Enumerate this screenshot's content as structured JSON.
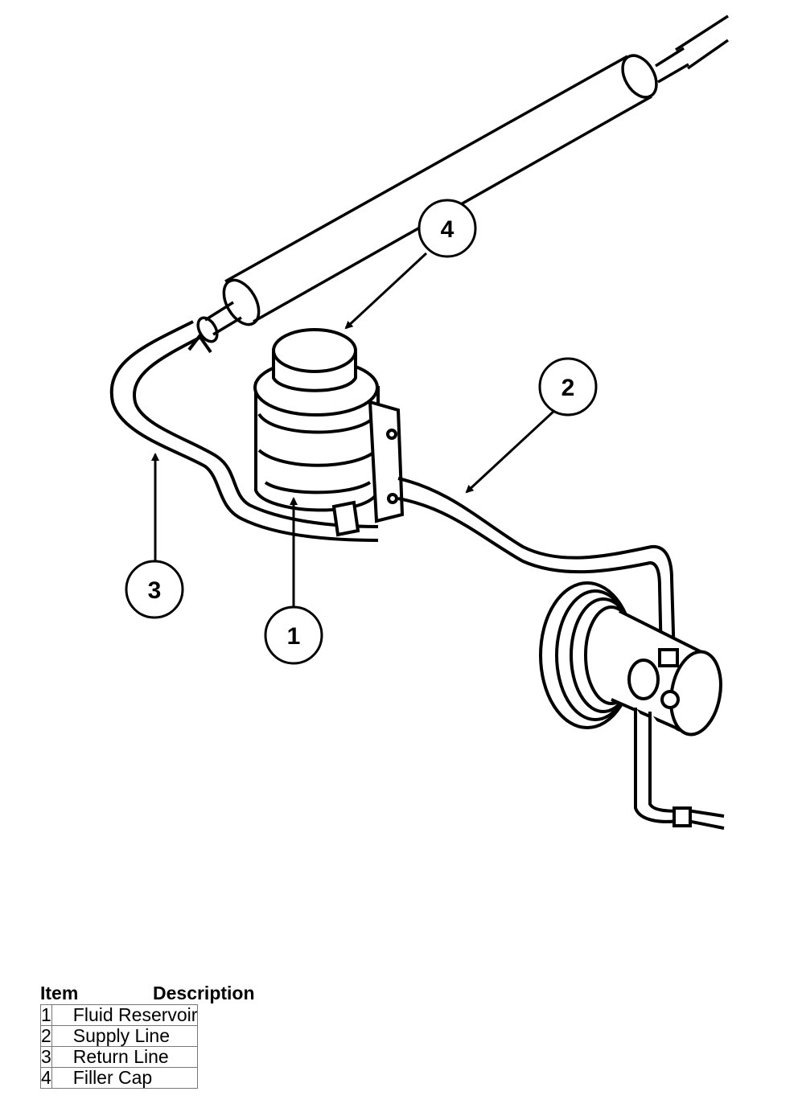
{
  "callouts": [
    {
      "number": "1",
      "part": "Fluid Reservoir"
    },
    {
      "number": "2",
      "part": "Supply Line"
    },
    {
      "number": "3",
      "part": "Return Line"
    },
    {
      "number": "4",
      "part": "Filler Cap"
    }
  ],
  "legend": {
    "header_item": "Item",
    "header_description": "Description",
    "rows": [
      {
        "item": "1",
        "description": "Fluid Reservoir"
      },
      {
        "item": "2",
        "description": "Supply Line"
      },
      {
        "item": "3",
        "description": "Return Line"
      },
      {
        "item": "4",
        "description": "Filler Cap"
      }
    ]
  }
}
